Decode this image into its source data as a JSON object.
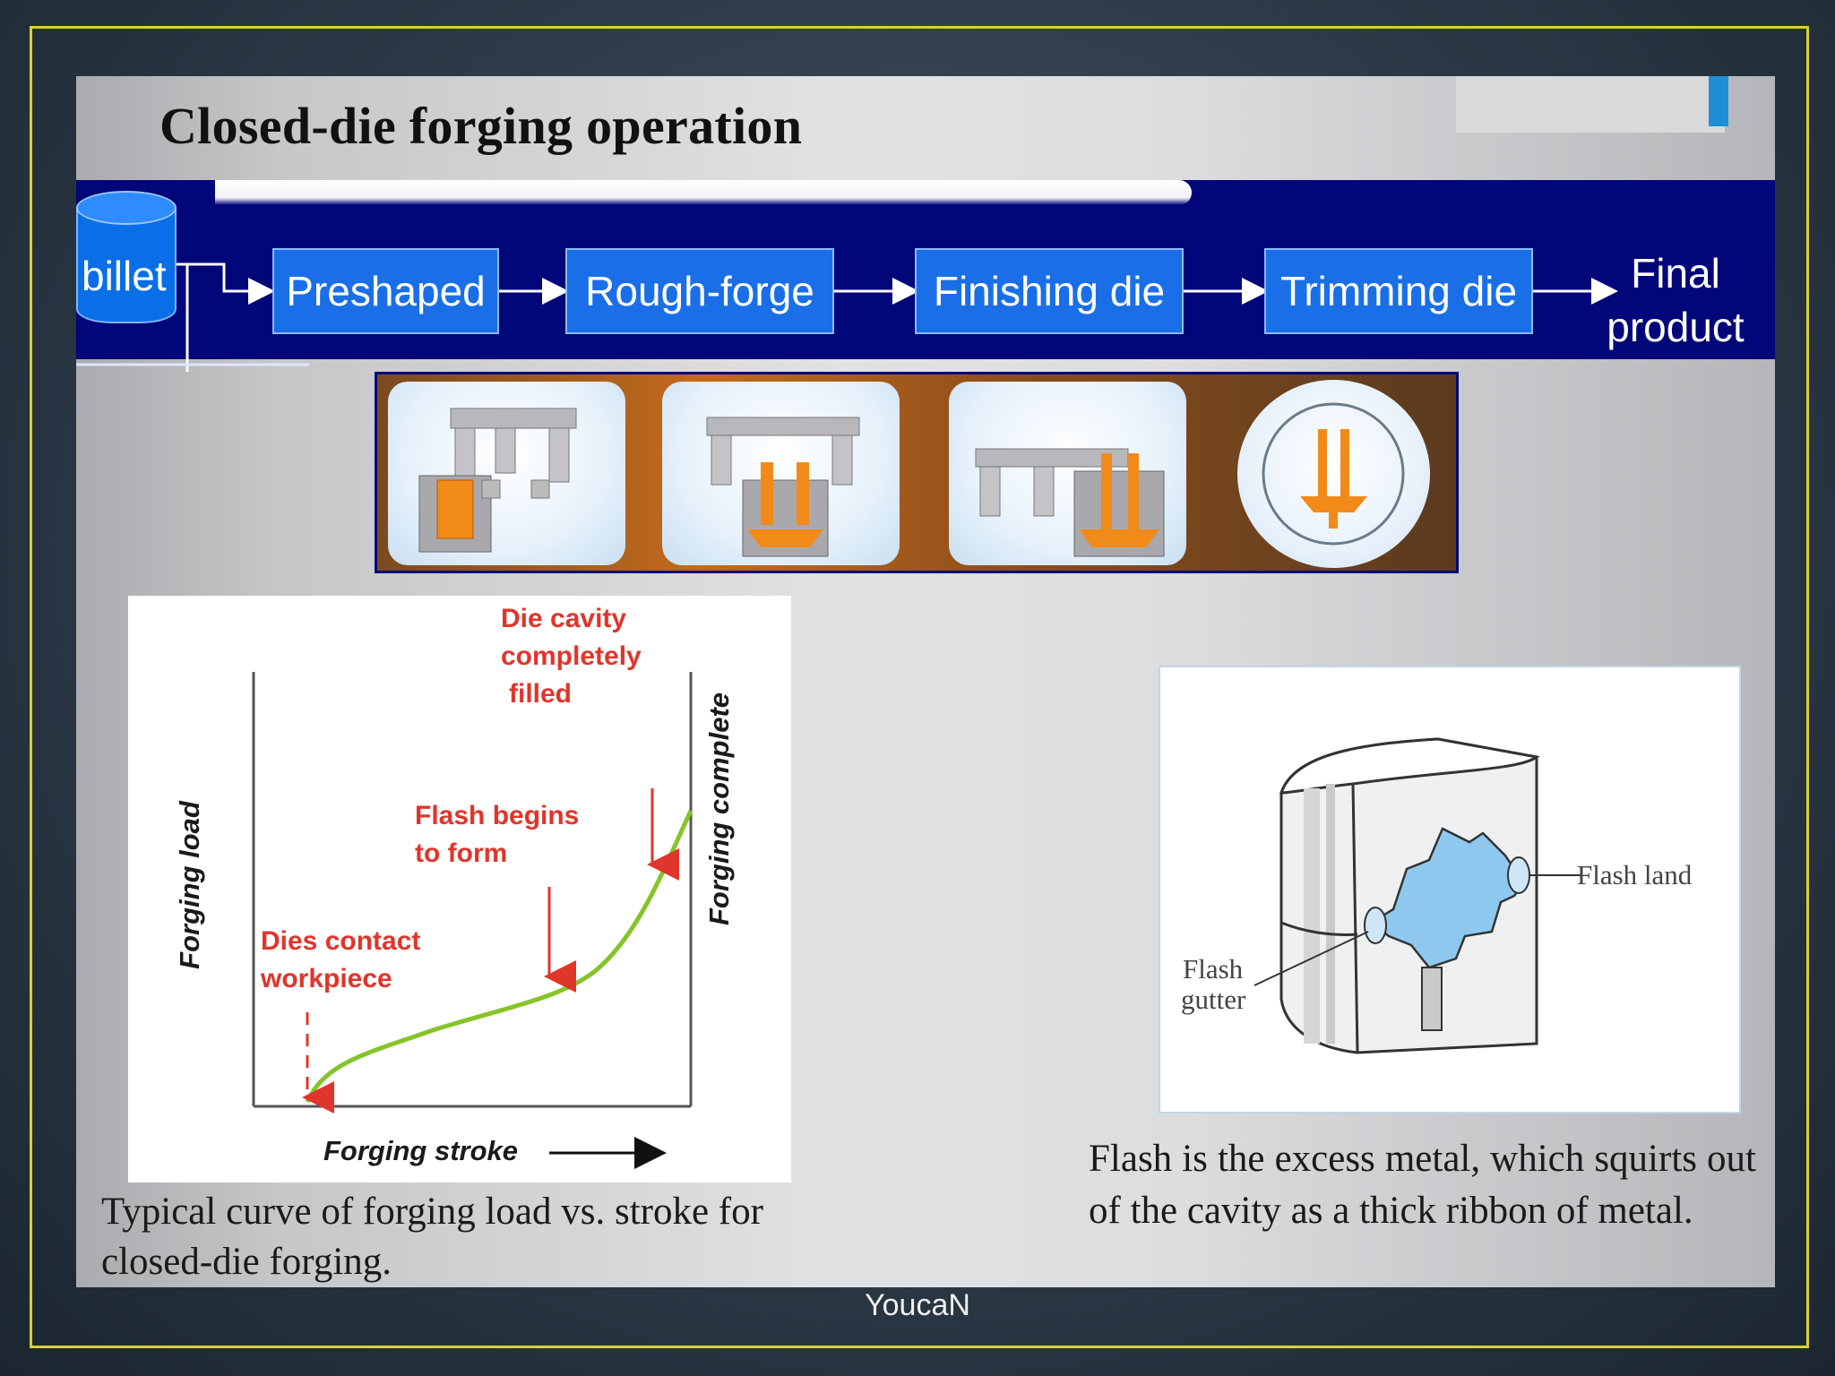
{
  "slide": {
    "title": "Closed-die forging operation"
  },
  "flow": {
    "billet": "billet",
    "steps": [
      "Preshaped",
      "Rough-forge",
      "Finishing die",
      "Trimming die"
    ],
    "final_line1": "Final",
    "final_line2": "product"
  },
  "graph": {
    "annotation_filled_1": "Die cavity",
    "annotation_filled_2": "completely",
    "annotation_filled_3": "filled",
    "annotation_flash_1": "Flash begins",
    "annotation_flash_2": "to form",
    "annotation_contact_1": "Dies contact",
    "annotation_contact_2": "workpiece",
    "ylabel": "Forging load",
    "xlabel": "Forging stroke",
    "complete_label": "Forging complete",
    "caption": "Typical curve of forging load vs. stroke for closed-die forging."
  },
  "flash": {
    "land_label": "Flash land",
    "gutter_label_1": "Flash",
    "gutter_label_2": "gutter",
    "caption": "Flash is the excess metal, which squirts out of the cavity as a thick ribbon of metal."
  },
  "footer": {
    "text": "YoucaN"
  },
  "colors": {
    "band": "#010678",
    "step_box": "#1a6fe8",
    "annotation_red": "#e0352b",
    "curve_green": "#86c42a",
    "flash_blue": "#8fc8ee",
    "frame_yellow": "#d8cf3a"
  }
}
